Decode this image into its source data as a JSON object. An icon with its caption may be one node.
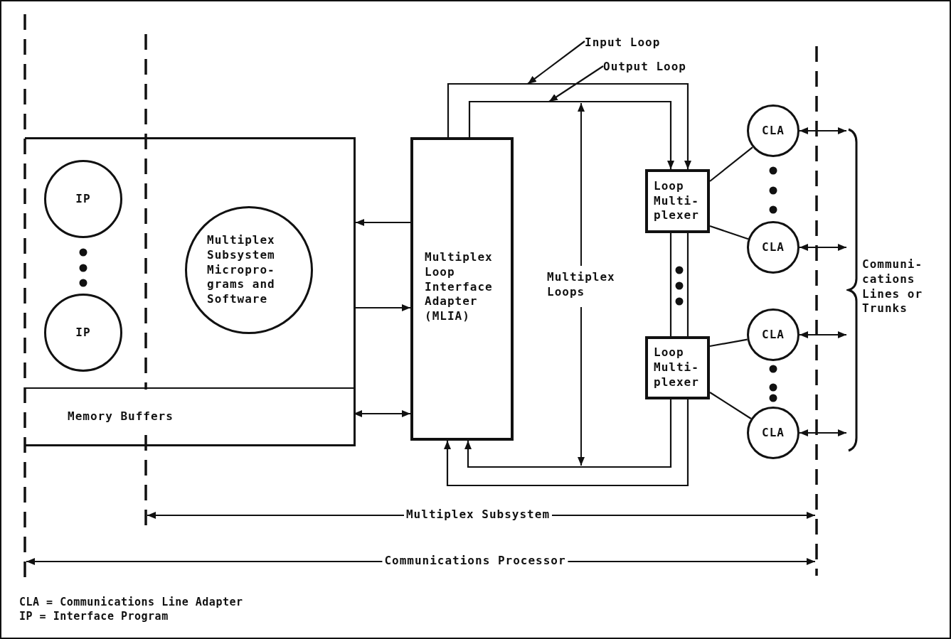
{
  "diagram": {
    "nodes": [
      {
        "text": [],
        "shape": "box"
      },
      {
        "text": [
          "IP"
        ],
        "in": 0
      },
      {
        "text": [
          "IP"
        ],
        "in": 0
      },
      {
        "text": [
          "Multiplex Subsystem Micropro- grams and Software"
        ],
        "in": 0
      },
      {
        "text": [
          "Memory Buffers"
        ],
        "in": 0
      },
      {
        "text": [
          "Multiplex Loop Interface Adapter (MLIA)"
        ]
      },
      {
        "text": [
          "Loop Multi- plexer"
        ]
      },
      {
        "text": [
          "Loop Multi- plexer"
        ]
      },
      {
        "text": [
          "CLA"
        ]
      },
      {
        "text": [
          "CLA"
        ]
      },
      {
        "text": [
          "CLA"
        ]
      },
      {
        "text": [
          "CLA"
        ]
      },
      {
        "text": [
          "Input Loop"
        ]
      },
      {
        "text": [
          "Output Loop"
        ]
      },
      {
        "text": [],
        "shape": "bracket",
        "beside": [
          "Communi- cations Lines or Trunks"
        ]
      }
    ],
    "edges": [
      {
        "from": 5,
        "to": 0,
        "arrow": "to"
      },
      {
        "from": 0,
        "to": 5,
        "arrow": "to"
      },
      {
        "from": 4,
        "to": 5,
        "arrow": "both"
      },
      {
        "from": 5,
        "to": 6,
        "arrow": "to"
      },
      {
        "from": 5,
        "to": 6,
        "arrow": "to"
      },
      {
        "from": 6,
        "to": 7,
        "arrow": "none"
      },
      {
        "from": 6,
        "to": 7,
        "arrow": "none"
      },
      {
        "from": 7,
        "to": 5,
        "arrow": "to"
      },
      {
        "from": 7,
        "to": 5,
        "arrow": "to"
      },
      {
        "from": 6,
        "to": 8,
        "arrow": "none"
      },
      {
        "from": 6,
        "to": 9,
        "arrow": "none"
      },
      {
        "from": 7,
        "to": 10,
        "arrow": "none"
      },
      {
        "from": 7,
        "to": 11,
        "arrow": "none"
      },
      {
        "from": 8,
        "to": 14,
        "arrow": "both"
      },
      {
        "from": 9,
        "to": 14,
        "arrow": "both"
      },
      {
        "from": 10,
        "to": 14,
        "arrow": "both"
      },
      {
        "from": 11,
        "to": 14,
        "arrow": "both"
      },
      {
        "from": 12,
        "to": null,
        "arrow": "to"
      },
      {
        "from": 13,
        "to": null,
        "arrow": "to"
      }
    ],
    "labels": [
      "Multiplex Loops",
      "Multiplex Subsystem",
      "Communications Processor",
      "CLA = Communications Line Adapter",
      "IP = Interface Program"
    ]
  }
}
